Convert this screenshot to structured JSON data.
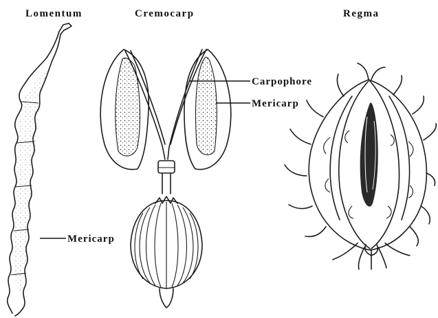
{
  "headings": {
    "lomentum": "Lomentum",
    "cremocarp": "Cremocarp",
    "regma": "Regma"
  },
  "labels": {
    "carpophore": "Carpophore",
    "mericarp_cremocarp": "Mericarp",
    "mericarp_lomentum": "Mericarp"
  }
}
